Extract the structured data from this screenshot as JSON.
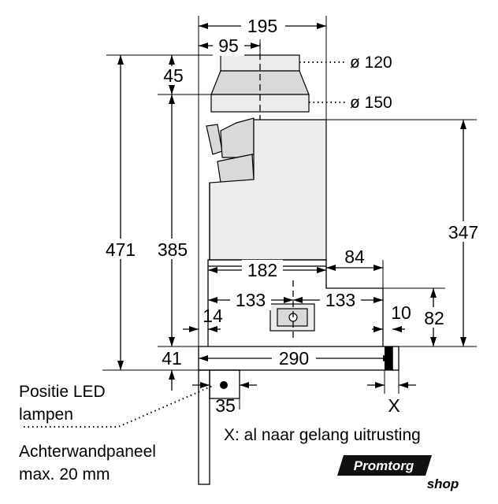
{
  "dimensions": {
    "width_total": "195",
    "width_top": "95",
    "top_height": "45",
    "total_height": "471",
    "inner_height": "385",
    "right_height": "347",
    "depth_182": "182",
    "depth_84": "84",
    "left_133": "133",
    "right_133": "133",
    "dim_14": "14",
    "dim_10": "10",
    "dim_82": "82",
    "dim_41": "41",
    "depth_290": "290",
    "dim_35": "35",
    "dim_x": "X"
  },
  "labels": {
    "diameter_120": "ø 120",
    "diameter_150": "ø 150",
    "led_line1": "Positie LED",
    "led_line2": "lampen",
    "x_note": "X: al naar gelang uitrusting",
    "wall_line1": "Achterwandpaneel",
    "wall_line2": "max. 20 mm"
  },
  "logo": {
    "word1": "Promtorg",
    "word2": "shop"
  }
}
